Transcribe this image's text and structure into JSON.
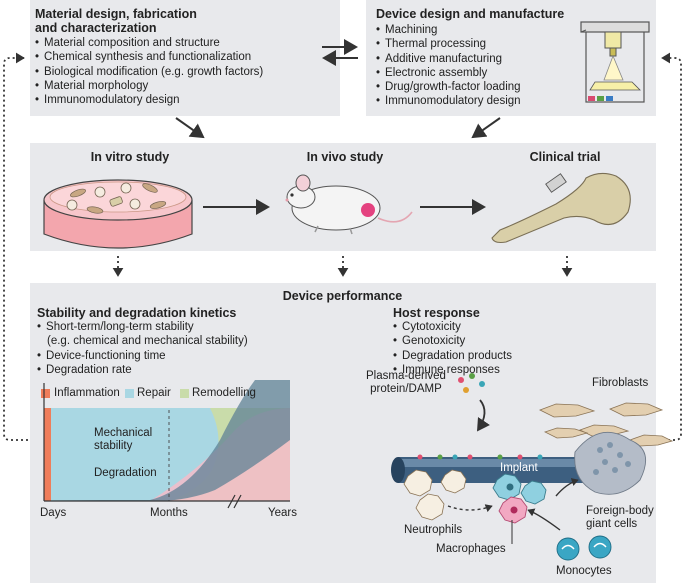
{
  "material": {
    "title_line1": "Material design, fabrication",
    "title_line2": "and characterization",
    "items": [
      "Material composition and structure",
      "Chemical synthesis and functionalization",
      "Biological modification (e.g. growth factors)",
      "Material morphology",
      "Immunomodulatory design"
    ]
  },
  "device": {
    "title": "Device design and manufacture",
    "items": [
      "Machining",
      "Thermal processing",
      "Additive manufacturing",
      "Electronic assembly",
      "Drug/growth-factor loading",
      "Immunomodulatory design"
    ]
  },
  "studies": {
    "in_vitro": "In vitro study",
    "in_vivo": "In vivo study",
    "clinical": "Clinical trial"
  },
  "performance": {
    "title": "Device performance",
    "stability": {
      "title": "Stability and degradation kinetics",
      "items": [
        "Short-term/long-term stability",
        "(e.g. chemical and mechanical stability)",
        "Device-functioning time",
        "Degradation rate"
      ]
    },
    "host": {
      "title": "Host response",
      "items": [
        "Cytotoxicity",
        "Genotoxicity",
        "Degradation products",
        "Immune responses"
      ]
    }
  },
  "chart_data": {
    "type": "area",
    "legend": [
      "Inflammation",
      "Repair",
      "Remodelling"
    ],
    "legend_colors": [
      "#ef7d5a",
      "#a9d7e3",
      "#c9dcaa"
    ],
    "curves": [
      "Mechanical stability",
      "Degradation"
    ],
    "curve_label_line1": "Mechanical",
    "curve_label_line2": "stability",
    "curve_label_degradation": "Degradation",
    "x_ticks": [
      "Days",
      "Months",
      "Years"
    ],
    "axis_break": "//"
  },
  "host_diagram": {
    "plasma_line1": "Plasma-derived",
    "plasma_line2": "protein/DAMP",
    "fibroblasts": "Fibroblasts",
    "implant": "Implant",
    "fbgc_line1": "Foreign-body",
    "fbgc_line2": "giant cells",
    "neutrophils": "Neutrophils",
    "macrophages": "Macrophages",
    "monocytes": "Monocytes"
  }
}
